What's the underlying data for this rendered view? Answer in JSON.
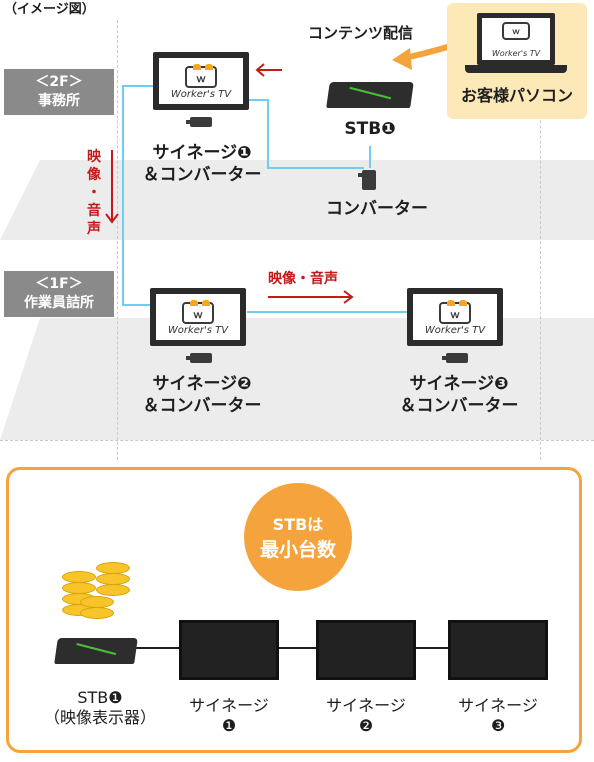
{
  "caption": "（イメージ図）",
  "floors": {
    "f2": {
      "label_top": "＜2F＞",
      "label_bottom": "事務所"
    },
    "f1": {
      "label_top": "＜1F＞",
      "label_bottom": "作業員詰所"
    }
  },
  "customer_pc": {
    "label": "お客様パソコン",
    "screen_text": "Worker's TV"
  },
  "content_delivery": "コンテンツ配信",
  "stb_top": {
    "label": "STB❶"
  },
  "converter": {
    "label": "コンバーター"
  },
  "video_audio_vertical": [
    "映像",
    "・",
    "音声"
  ],
  "video_audio_horizontal": "映像・音声",
  "tv_brand": "Worker's TV",
  "signage1": {
    "line1": "サイネージ❶",
    "line2": "＆コンバーター"
  },
  "signage2": {
    "line1": "サイネージ❷",
    "line2": "＆コンバーター"
  },
  "signage3": {
    "line1": "サイネージ❸",
    "line2": "＆コンバーター"
  },
  "panel": {
    "badge_line1": "STBは",
    "badge_line2": "最小台数",
    "stb_label": "STB❶",
    "stb_sub": "（映像表示器）",
    "signage": [
      {
        "line1": "サイネージ",
        "line2": "❶"
      },
      {
        "line1": "サイネージ",
        "line2": "❷"
      },
      {
        "line1": "サイネージ",
        "line2": "❸"
      }
    ]
  },
  "colors": {
    "accent": "#f5a43d",
    "cable": "#6ecdf0",
    "arrow": "#c41a1a",
    "floor": "#ececec",
    "pc_bg": "#fde8b8"
  }
}
